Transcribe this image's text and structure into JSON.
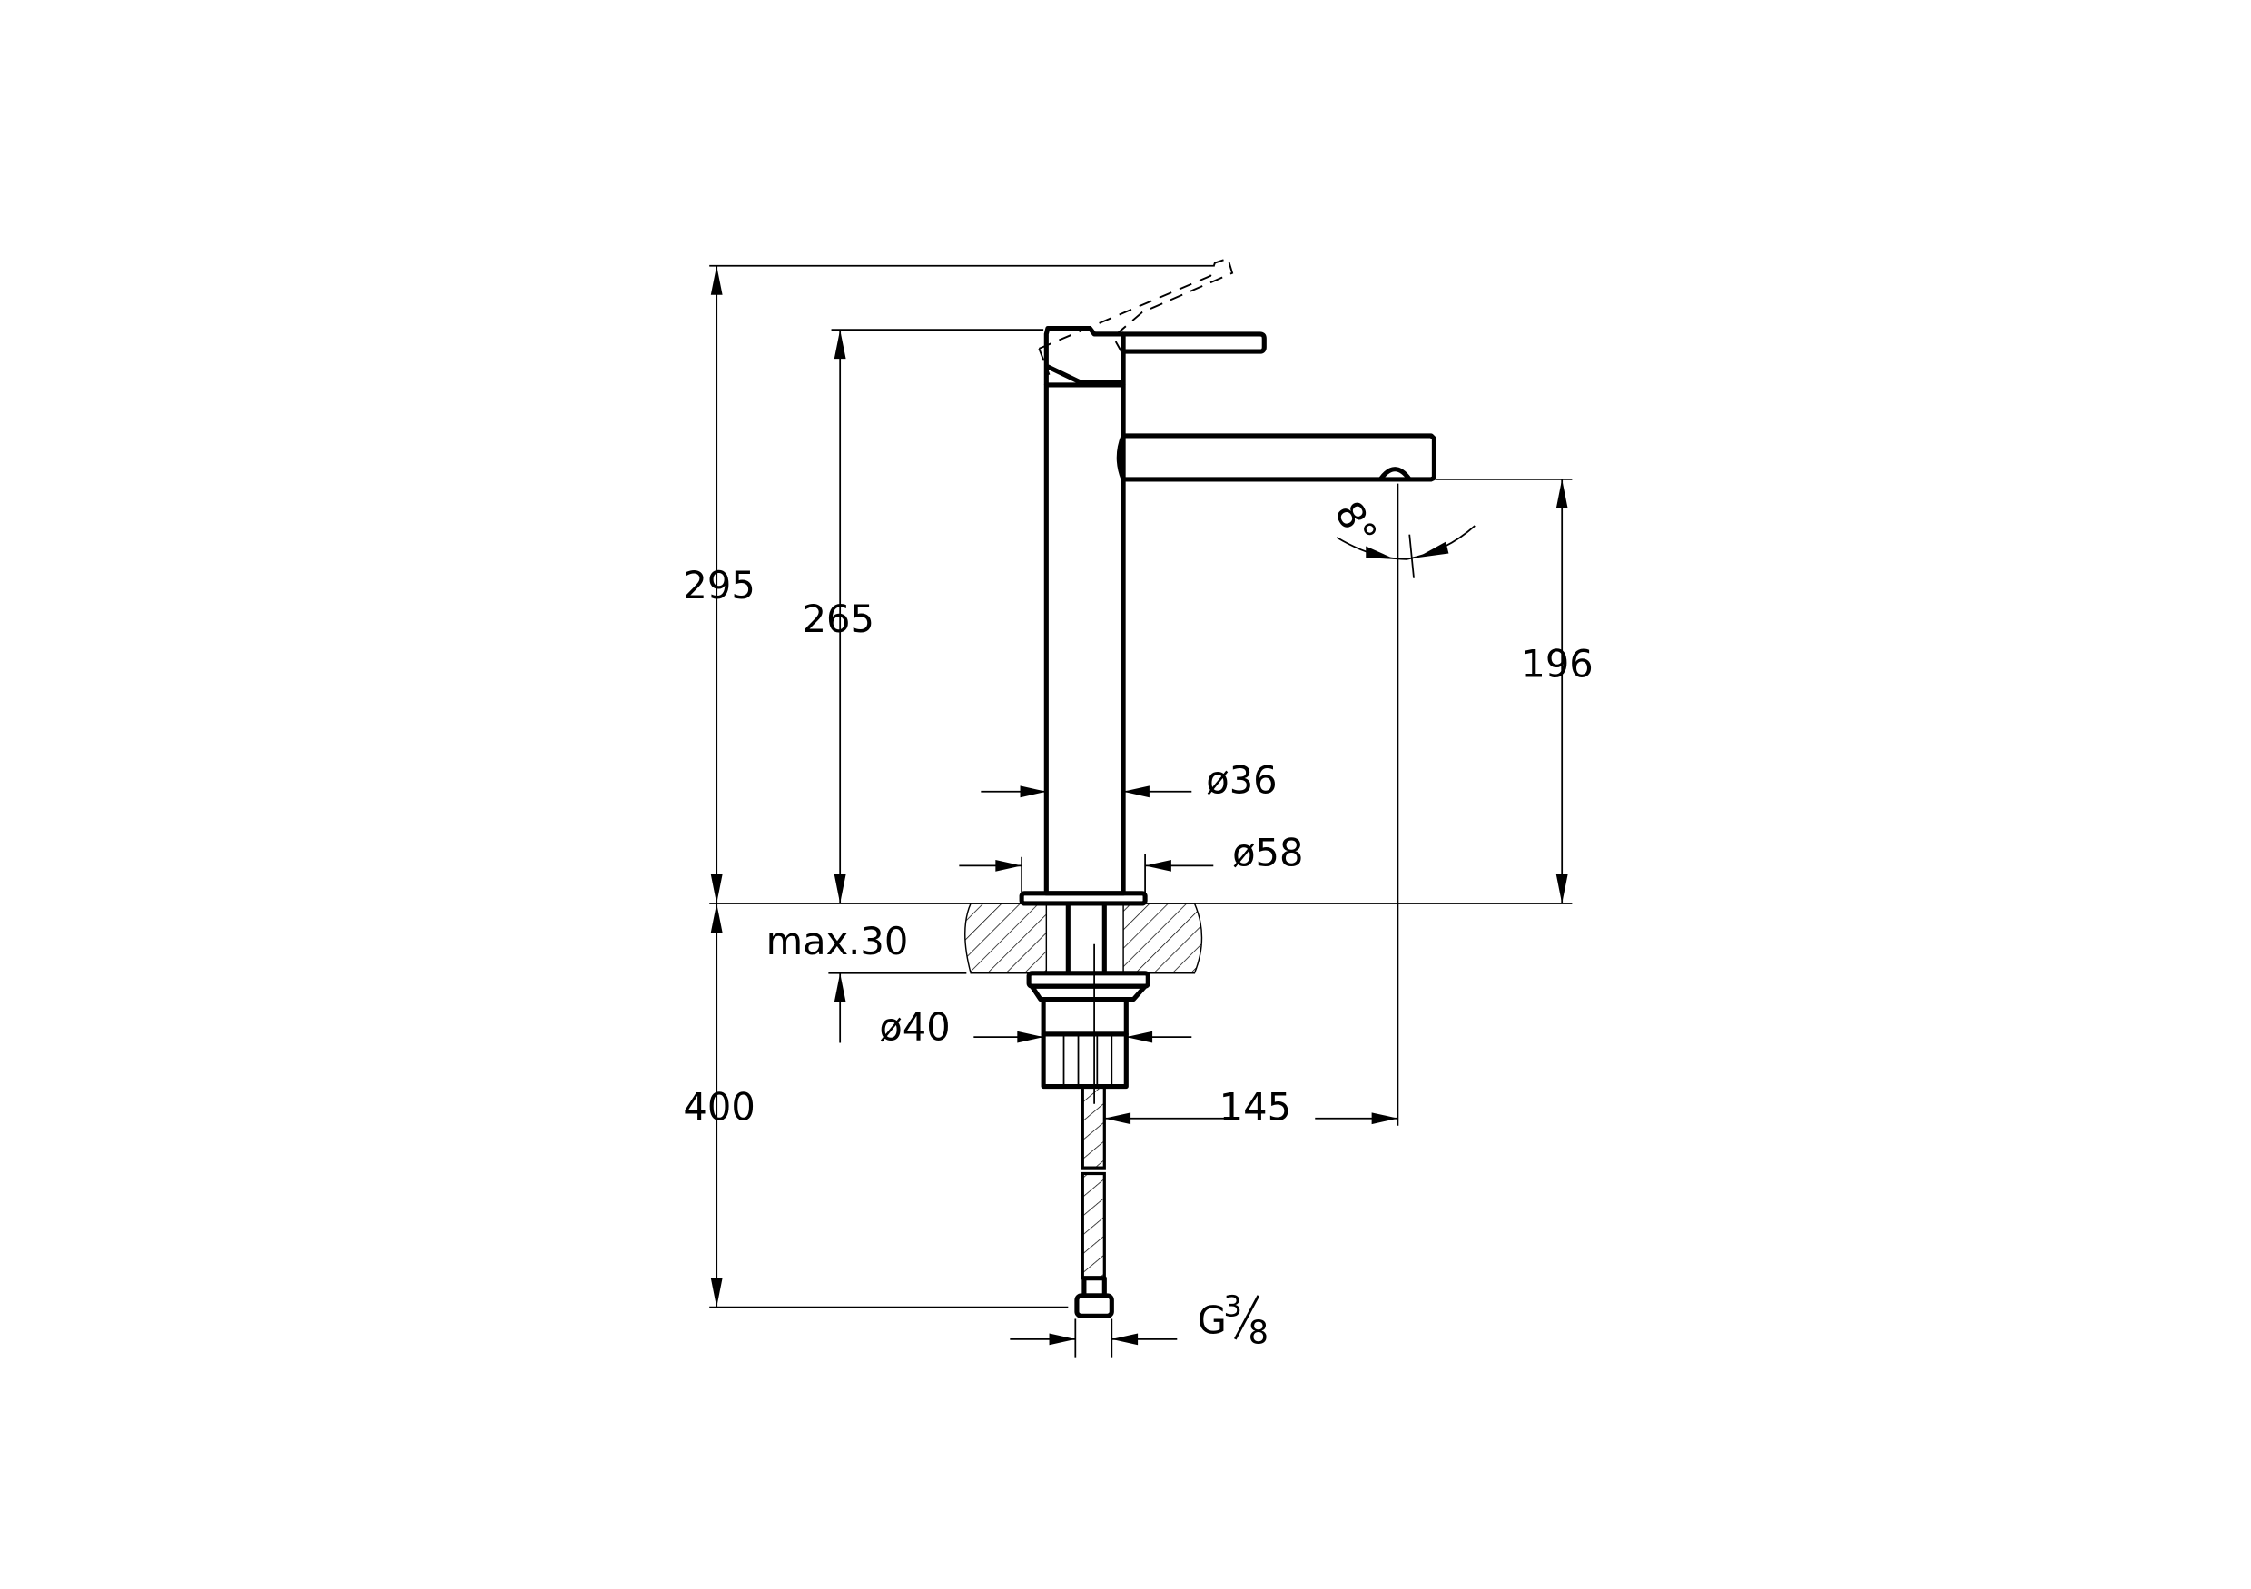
{
  "drawing": {
    "type": "technical dimension drawing",
    "line_color": "#000000",
    "background": "#ffffff",
    "dimensions": {
      "total_height": "295",
      "body_height": "265",
      "spout_height": "196",
      "spout_angle": "8°",
      "body_diameter": "ø36",
      "base_diameter": "ø58",
      "counter_thickness": "max.30",
      "shank_diameter": "ø40",
      "spout_reach": "145",
      "hose_length": "400",
      "connection_main": "G",
      "connection_num": "3",
      "connection_den": "8"
    }
  }
}
